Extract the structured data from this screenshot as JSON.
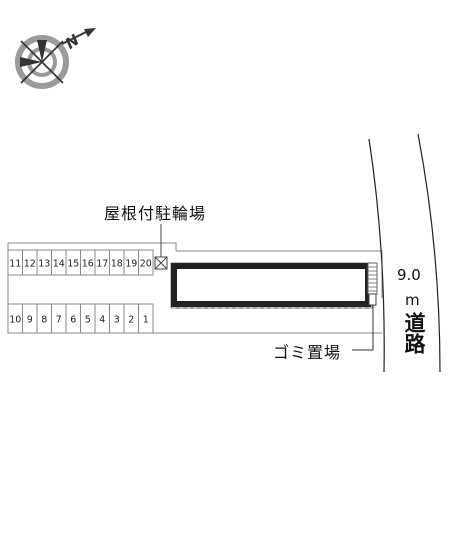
{
  "compass": {
    "icon": "compass-north-arrow-icon",
    "north_label": "N"
  },
  "bicycle_parking": {
    "label": "屋根付駐輪場",
    "icon": "bicycle-parking-x-icon"
  },
  "garbage": {
    "label": "ゴミ置場"
  },
  "road": {
    "width": "9.0",
    "unit": "m",
    "name": "道路"
  },
  "parking_row_top": [
    "11",
    "12",
    "13",
    "14",
    "15",
    "16",
    "17",
    "18",
    "19",
    "20"
  ],
  "parking_row_bottom": [
    "10",
    "9",
    "8",
    "7",
    "6",
    "5",
    "4",
    "3",
    "2",
    "1"
  ]
}
